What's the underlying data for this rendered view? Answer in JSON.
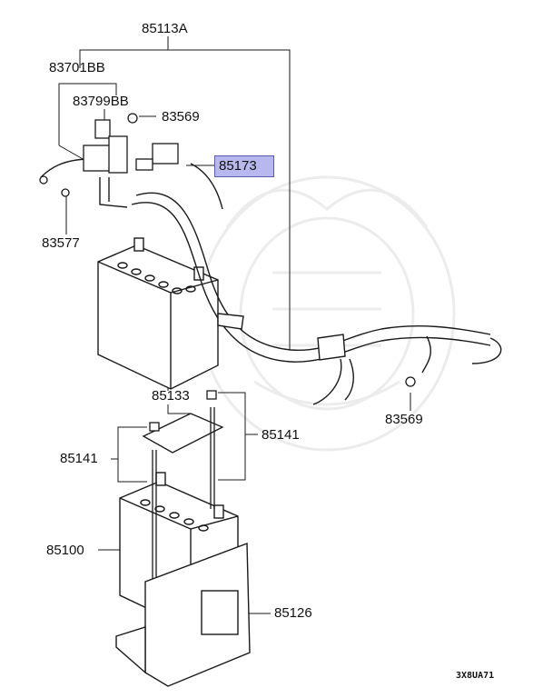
{
  "diagram": {
    "background": "#ffffff",
    "line_color": "#1a1a1a",
    "highlight_color": "#b8b8ee",
    "labels": {
      "harness_assembly": "85113A",
      "relay_group": "83701BB",
      "relay": "83799BB",
      "nut_upper": "83569",
      "connector": "85173",
      "bolt": "83577",
      "nut_lower": "83569",
      "battery_cover": "85133",
      "holder_right": "85141",
      "holder_left": "85141",
      "battery": "85100",
      "tray": "85126"
    },
    "image_code": "3X8UA71"
  }
}
